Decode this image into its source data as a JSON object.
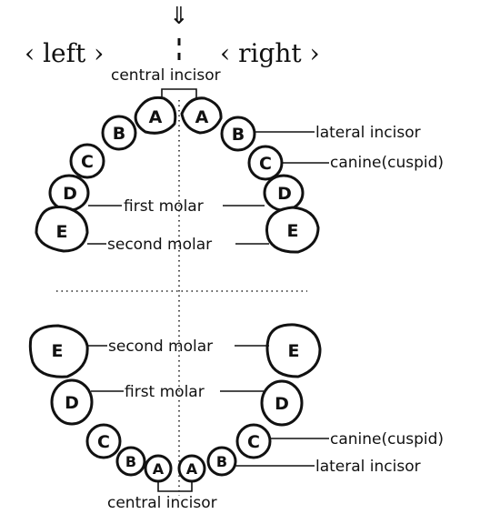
{
  "header": {
    "arrow": "⇓",
    "left_label": "‹ left ›",
    "right_label": "‹ right ›"
  },
  "upper_arch": {
    "central_incisor": "central incisor",
    "lateral_incisor": "lateral incisor",
    "canine": "canine(cuspid)",
    "first_molar": "first molar",
    "second_molar": "second molar"
  },
  "lower_arch": {
    "central_incisor": "central incisor",
    "lateral_incisor": "lateral incisor",
    "canine": "canine(cuspid)",
    "first_molar": "first molar",
    "second_molar": "second molar"
  },
  "tooth_letters": {
    "a": "A",
    "b": "B",
    "c": "C",
    "d": "D",
    "e": "E"
  }
}
